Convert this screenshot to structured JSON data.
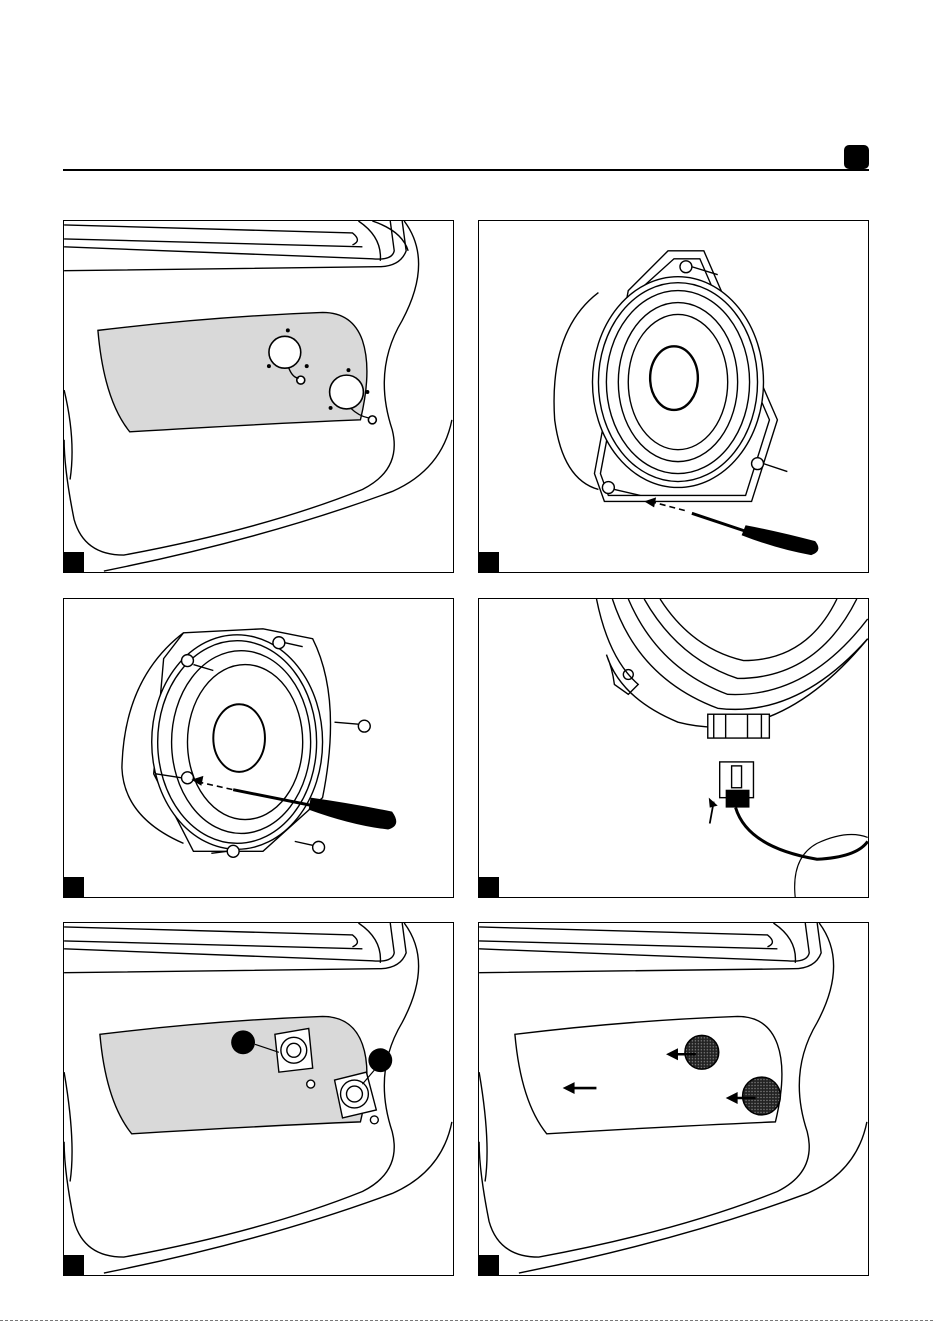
{
  "page": {
    "marker_color": "#000000",
    "panel_fill": "#d9d9d9"
  },
  "steps": [
    {
      "id": 1,
      "illustration": "door-panel-speaker-openings"
    },
    {
      "id": 2,
      "illustration": "unscrew-woofer-screwdriver"
    },
    {
      "id": 3,
      "illustration": "unscrew-speaker-adapter-ring"
    },
    {
      "id": 4,
      "illustration": "connect-speaker-plug"
    },
    {
      "id": 5,
      "illustration": "mount-speakers-in-door-panel"
    },
    {
      "id": 6,
      "illustration": "fit-speaker-grilles"
    }
  ]
}
